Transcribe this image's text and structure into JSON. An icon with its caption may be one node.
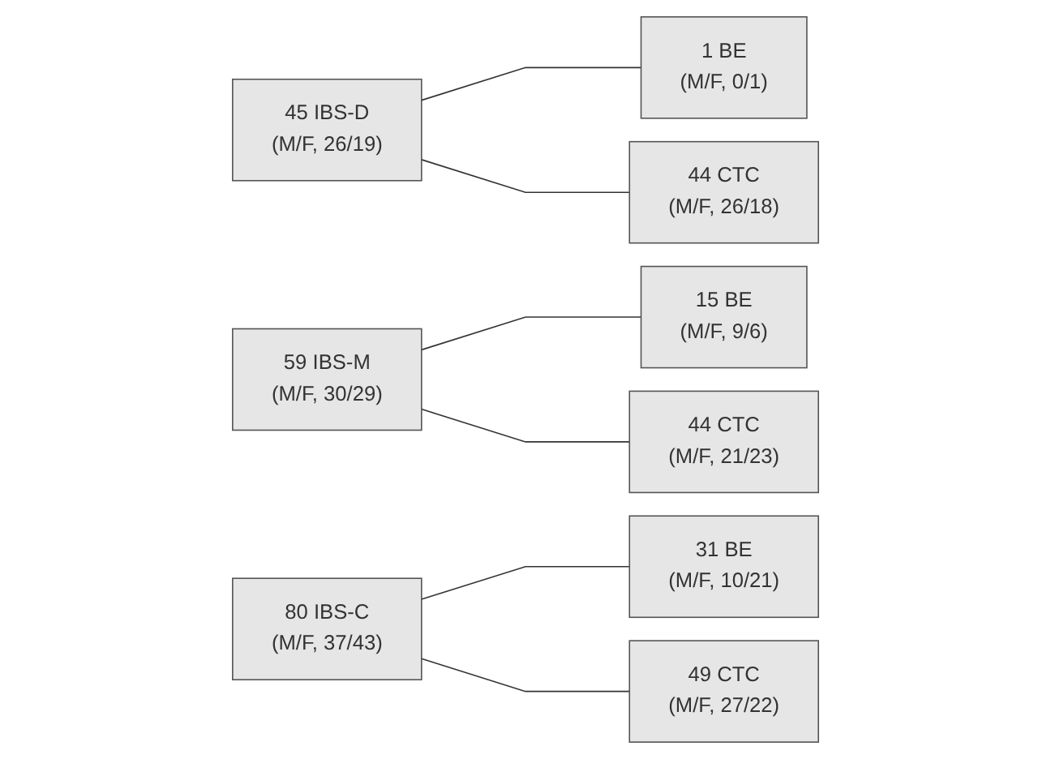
{
  "diagram": {
    "nodes": [
      {
        "text": [
          "45 IBS-D",
          "(M/F, 26/19)"
        ]
      },
      {
        "text": [
          "1 BE",
          "(M/F, 0/1)"
        ]
      },
      {
        "text": [
          "44 CTC",
          "(M/F, 26/18)"
        ]
      },
      {
        "text": [
          "59 IBS-M",
          "(M/F, 30/29)"
        ]
      },
      {
        "text": [
          "15 BE",
          "(M/F, 9/6)"
        ]
      },
      {
        "text": [
          "44 CTC",
          "(M/F, 21/23)"
        ]
      },
      {
        "text": [
          "80 IBS-C",
          "(M/F, 37/43)"
        ]
      },
      {
        "text": [
          "31 BE",
          "(M/F, 10/21)"
        ]
      },
      {
        "text": [
          "49 CTC",
          "(M/F, 27/22)"
        ]
      }
    ],
    "edges": [
      {
        "from": 0,
        "to": 1,
        "arrow": "none"
      },
      {
        "from": 0,
        "to": 2,
        "arrow": "none"
      },
      {
        "from": 3,
        "to": 4,
        "arrow": "none"
      },
      {
        "from": 3,
        "to": 5,
        "arrow": "none"
      },
      {
        "from": 6,
        "to": 7,
        "arrow": "none"
      },
      {
        "from": 6,
        "to": 8,
        "arrow": "none"
      }
    ]
  }
}
